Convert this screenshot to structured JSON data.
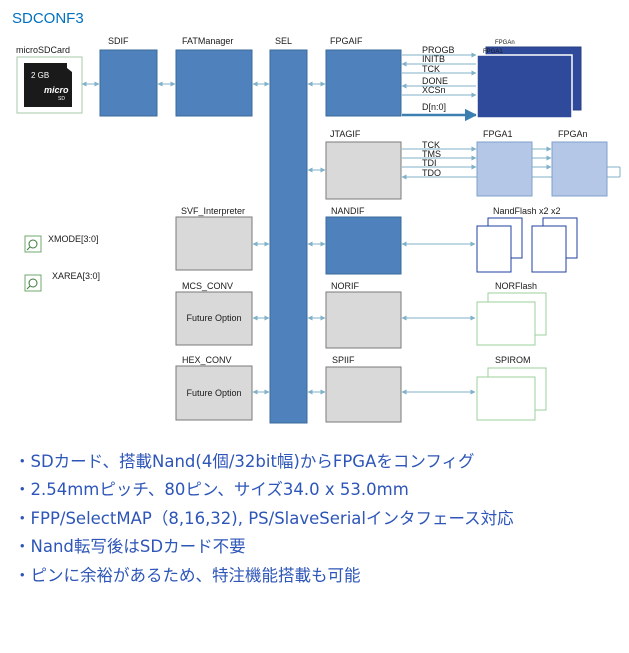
{
  "title": "SDCONF3",
  "blocks": {
    "microsd": "microSDCard",
    "sdif": "SDIF",
    "fatmanager": "FATManager",
    "sel": "SEL",
    "fpgaif": "FPGAIF",
    "jtagif": "JTAGIF",
    "nandif": "NANDIF",
    "norif": "NORIF",
    "spiif": "SPIIF",
    "svf": "SVF_Interpreter",
    "mcs": "MCS_CONV",
    "hex": "HEX_CONV",
    "future_option": "Future Option"
  },
  "card": {
    "capacity": "2 GB",
    "brand": "micro"
  },
  "fpga_signals": [
    "PROGB",
    "INITB",
    "TCK",
    "DONE",
    "XCSn",
    "D[n:0]"
  ],
  "jtag_signals": [
    "TCK",
    "TMS",
    "TDI",
    "TDO"
  ],
  "devices": {
    "fpgan_back": "FPGAn",
    "fpga1_front": "FPGA1",
    "jtag_fpga1": "FPGA1",
    "jtag_fpgan": "FPGAn",
    "nandflash": "NandFlash x2 x2",
    "norflash": "NORFlash",
    "spirom": "SPIROM"
  },
  "switches": [
    "XMODE[3:0]",
    "XAREA[3:0]"
  ],
  "bullets": [
    "・SDカード、搭載Nand(4個/32bit幅)からFPGAをコンフィグ",
    "・2.54mmピッチ、80ピン、サイズ34.0 x 53.0mm",
    "・FPP/SelectMAP（8,16,32), PS/SlaveSerialインタフェース対応",
    "・Nand転写後はSDカード不要",
    "・ピンに余裕があるため、特注機能搭載も可能"
  ],
  "colors": {
    "title": "#0070c0",
    "module_blue": "#4f81bd",
    "module_border": "#3a6a9a",
    "module_gray": "#d9d9d9",
    "fpga_dark": "#2f4a9a",
    "fpga_light": "#b4c7e7",
    "flash_border_blue": "#1f3f9f",
    "flash_border_green": "#9bd09b",
    "arrow": "#7fb2c8",
    "bullet_text": "#2e56b8"
  }
}
